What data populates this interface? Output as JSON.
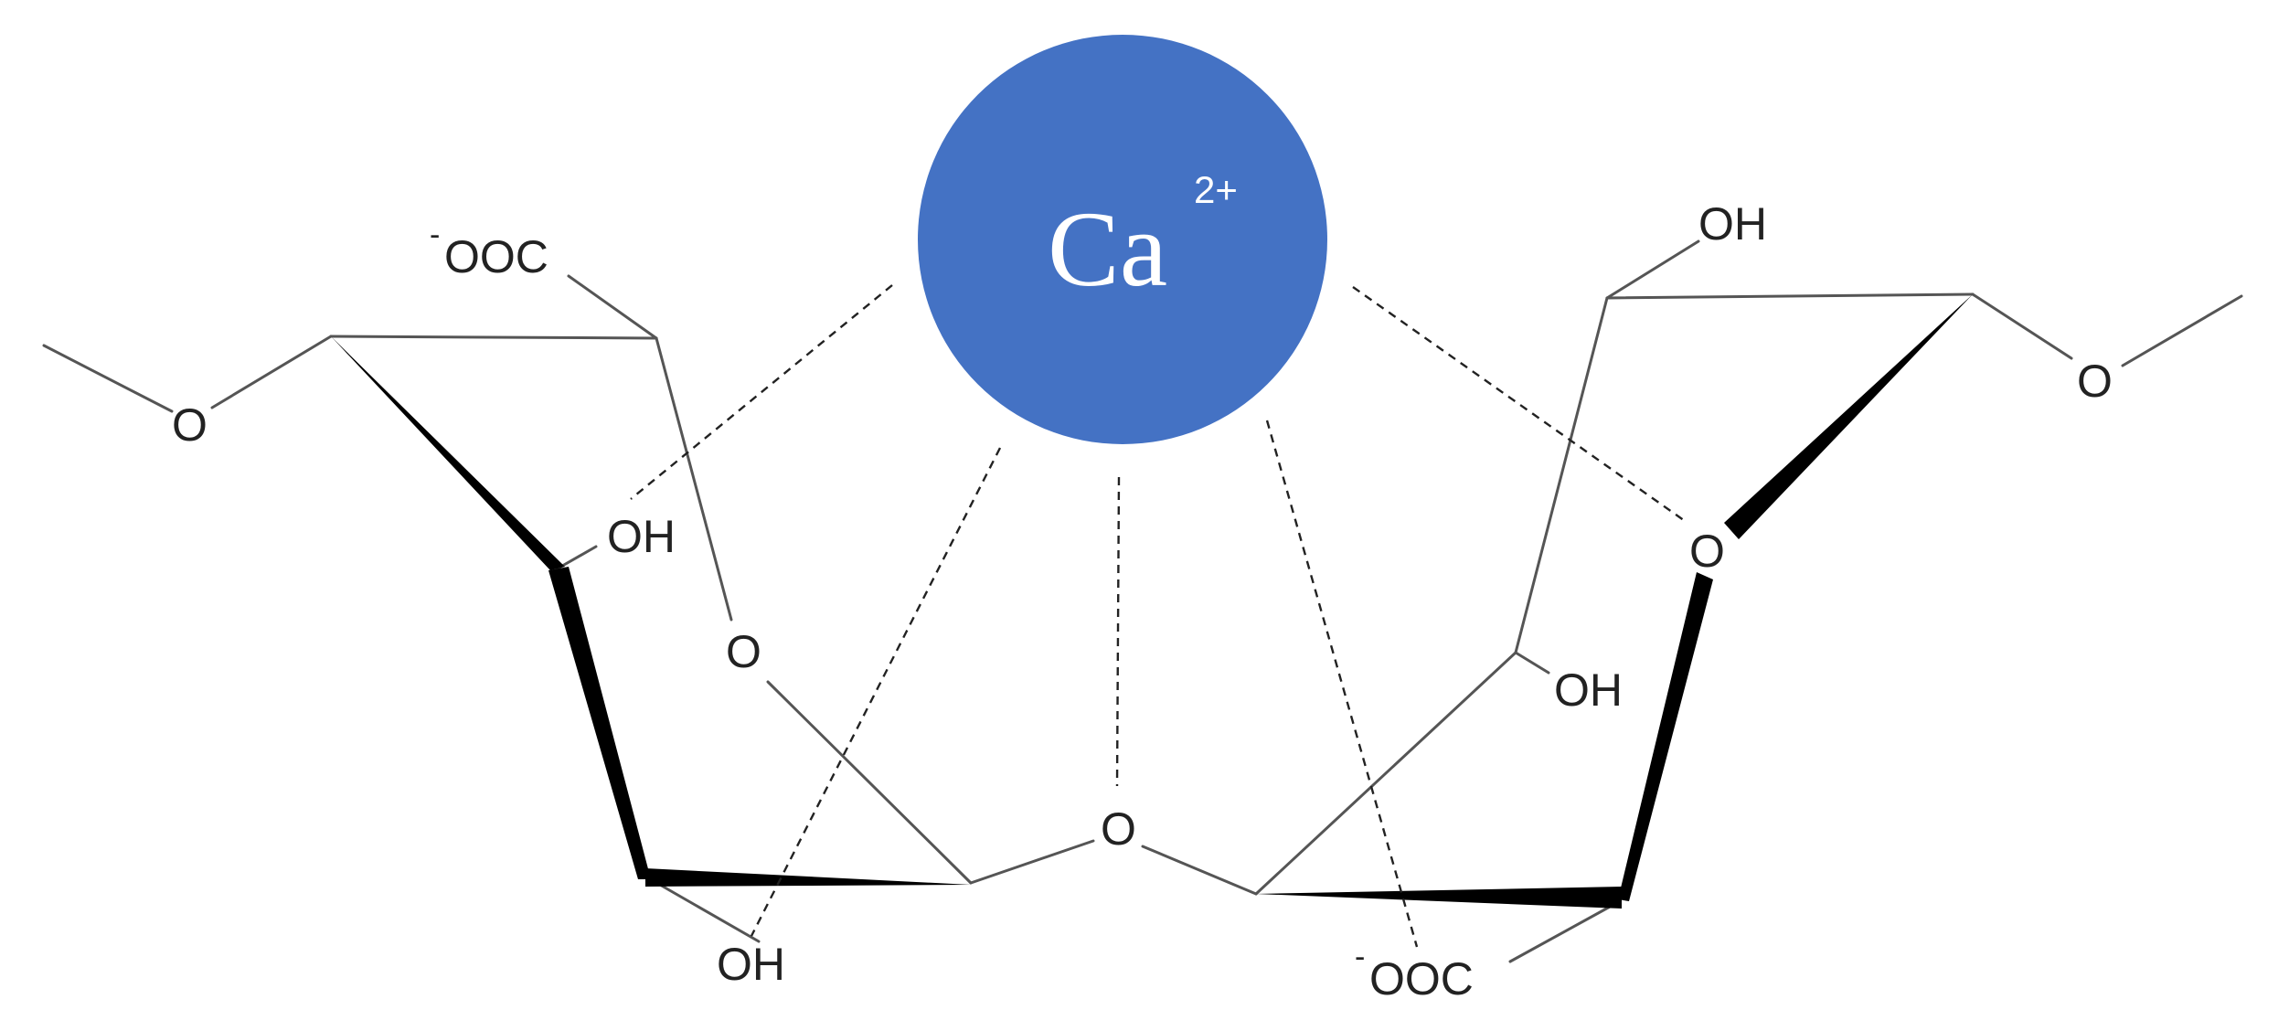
{
  "ion": {
    "symbol": "Ca",
    "charge": "2+",
    "color": "#4472c4"
  },
  "left_ring": {
    "carboxylate_charge": "-",
    "carboxylate": "OOC",
    "hydroxyl_upper": "OH",
    "ring_oxygen": "O",
    "hydroxyl_lower": "OH",
    "chain_oxygen": "O"
  },
  "bridge_oxygen": "O",
  "right_ring": {
    "hydroxymethyl_oh": "OH",
    "ring_oxygen": "O",
    "hydroxyl": "OH",
    "carboxylate_charge": "-",
    "carboxylate": "OOC",
    "chain_oxygen": "O"
  }
}
